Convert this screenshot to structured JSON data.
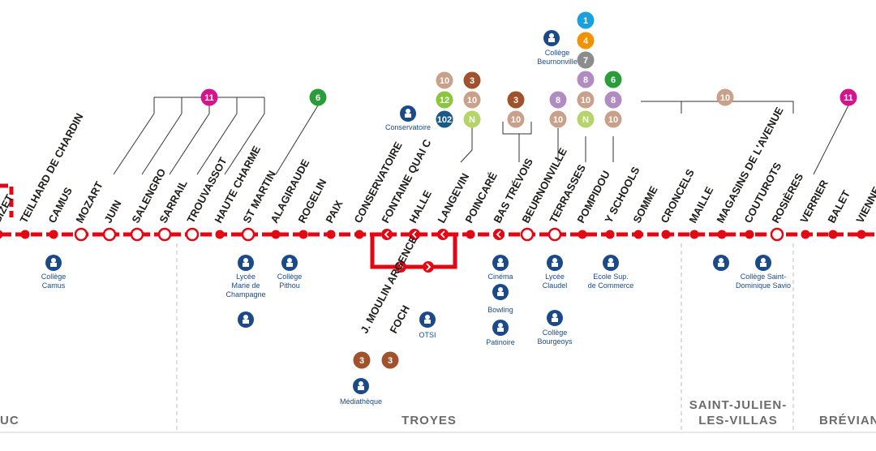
{
  "colors": {
    "line": "#e30613",
    "poi": "#1a4a8a",
    "divider": "#c8c8c8",
    "text": "#1d1d1b",
    "commune": "#6b6b6b"
  },
  "line_colors": {
    "1": "#1aa0dc",
    "3": "#a0522d",
    "4": "#f39200",
    "6": "#2a9d3a",
    "7": "#8c8c8c",
    "8": "#b08cc0",
    "10": "#c9a08a",
    "11": "#d4148c",
    "12": "#8cc63f",
    "102": "#1a5a8a",
    "N": "#b5d56a"
  },
  "stops": [
    {
      "name": "BIZET",
      "open": false
    },
    {
      "name": "TEILHARD DE CHARDIN",
      "open": false
    },
    {
      "name": "CAMUS",
      "open": false
    },
    {
      "name": "MOZART",
      "open": true
    },
    {
      "name": "JUIN",
      "open": true
    },
    {
      "name": "SALENGRO",
      "open": true
    },
    {
      "name": "SARRAIL",
      "open": true
    },
    {
      "name": "TROUVASSOT",
      "open": true
    },
    {
      "name": "HAUTE CHARME",
      "open": false
    },
    {
      "name": "ST MARTIN",
      "open": true
    },
    {
      "name": "ALAGIRAUDE",
      "open": false
    },
    {
      "name": "ROGELIN",
      "open": false
    },
    {
      "name": "PAIX",
      "open": false
    },
    {
      "name": "CONSERVATOIRE",
      "open": false
    },
    {
      "name": "FONTAINE QUAI C",
      "open": false,
      "direction": "left"
    },
    {
      "name": "HALLE",
      "open": false,
      "direction": "left"
    },
    {
      "name": "LANGEVIN",
      "open": false,
      "direction": "left"
    },
    {
      "name": "POINCARÉ",
      "open": false
    },
    {
      "name": "BAS TRÉVOIS",
      "open": false,
      "direction": "left"
    },
    {
      "name": "BEURNONVILLE",
      "open": true
    },
    {
      "name": "TERRASSES",
      "open": true
    },
    {
      "name": "POMPIDOU",
      "open": false
    },
    {
      "name": "Y SCHOOLS",
      "open": false
    },
    {
      "name": "SOMME",
      "open": false
    },
    {
      "name": "CRONCELS",
      "open": false
    },
    {
      "name": "MAILLE",
      "open": false
    },
    {
      "name": "MAGASINS DE L'AVENUE",
      "open": false
    },
    {
      "name": "COUTUROTS",
      "open": false
    },
    {
      "name": "ROSIÈRES",
      "open": true
    },
    {
      "name": "VERRIER",
      "open": false
    },
    {
      "name": "BALET",
      "open": false
    },
    {
      "name": "VIENNE",
      "open": false
    }
  ],
  "branch_stops": [
    {
      "name": "J. MOULIN ARGENCE",
      "line": "3"
    },
    {
      "name": "FOCH",
      "line": "3"
    }
  ],
  "connections": [
    {
      "stop": "SARRAIL",
      "lines": [
        "11"
      ]
    },
    {
      "stop": "ST MARTIN",
      "lines": [
        "6"
      ]
    },
    {
      "stop": "FONTAINE QUAI C",
      "lines": [
        "10",
        "12",
        "102"
      ]
    },
    {
      "stop": "LANGEVIN",
      "lines": [
        "3",
        "10",
        "N"
      ]
    },
    {
      "stop": "BAS TRÉVOIS",
      "lines": [
        "3",
        "10"
      ]
    },
    {
      "stop": "BEURNONVILLE",
      "lines": [
        "8",
        "10"
      ]
    },
    {
      "stop": "TERRASSES",
      "lines": [
        "1",
        "4",
        "7",
        "8",
        "10",
        "N"
      ]
    },
    {
      "stop": "POMPIDOU",
      "lines": [
        "6",
        "8",
        "10"
      ]
    },
    {
      "stop": "COUTUROTS",
      "lines": [
        "10"
      ]
    },
    {
      "stop": "BALET",
      "lines": [
        "11"
      ]
    }
  ],
  "pois": [
    {
      "label": "Collège Camus",
      "icon": "school-icon"
    },
    {
      "label": "Lycée Marie de Champagne",
      "icon": "school-icon"
    },
    {
      "label": "Collège Pithou",
      "icon": "school-icon"
    },
    {
      "label": "Conservatoire",
      "icon": "music-icon"
    },
    {
      "label": "Collège Beurnonville",
      "icon": "school-icon"
    },
    {
      "label": "Cinéma",
      "icon": "cinema-icon"
    },
    {
      "label": "Bowling",
      "icon": "bowling-icon"
    },
    {
      "label": "Patinoire",
      "icon": "skating-icon"
    },
    {
      "label": "Lycée Claudel",
      "icon": "school-icon"
    },
    {
      "label": "Collège Bourgeoys",
      "icon": "school-icon"
    },
    {
      "label": "Ecole Sup. de Commerce",
      "icon": "school-icon"
    },
    {
      "label": "OTSI",
      "icon": "tourist-info-icon"
    },
    {
      "label": "Médiathèque",
      "icon": "library-icon"
    },
    {
      "label": "Collège Saint-Dominique Savio",
      "icon": "school-icon"
    }
  ],
  "communes": [
    "UC",
    "TROYES",
    "SAINT-JULIEN-",
    "LES-VILLAS",
    "BRÉVIAN"
  ]
}
